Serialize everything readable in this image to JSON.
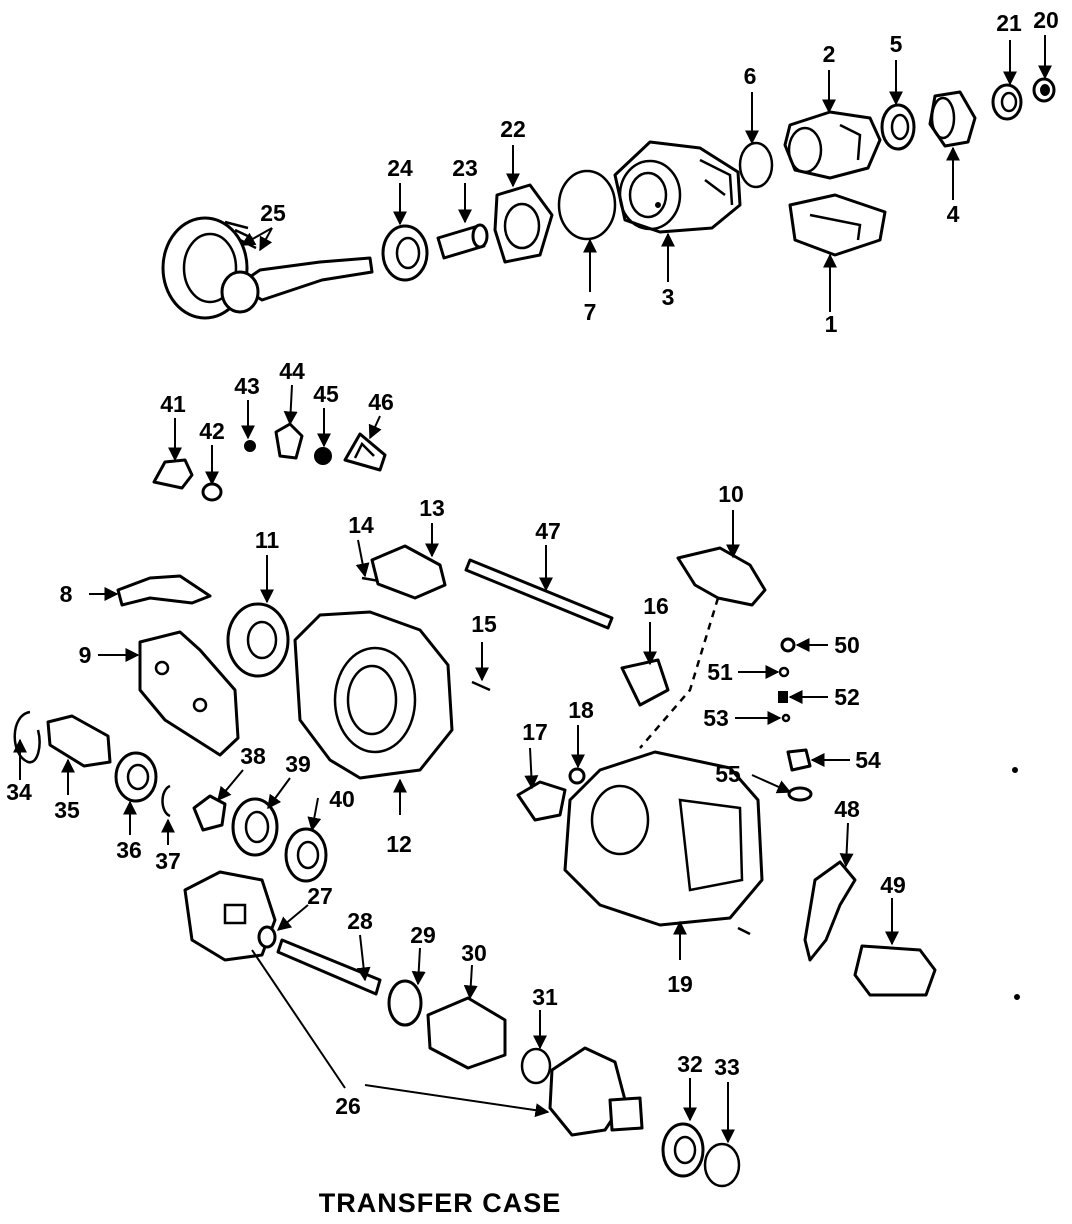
{
  "title": "TRANSFER CASE",
  "callouts": [
    "1",
    "2",
    "3",
    "4",
    "5",
    "6",
    "7",
    "8",
    "9",
    "10",
    "11",
    "12",
    "13",
    "14",
    "15",
    "16",
    "17",
    "18",
    "19",
    "20",
    "21",
    "22",
    "23",
    "24",
    "25",
    "26",
    "27",
    "28",
    "29",
    "30",
    "31",
    "32",
    "33",
    "34",
    "35",
    "36",
    "37",
    "38",
    "39",
    "40",
    "41",
    "42",
    "43",
    "44",
    "45",
    "46",
    "47",
    "48",
    "49",
    "50",
    "51",
    "52",
    "53",
    "54",
    "55"
  ],
  "colors": {
    "ink": "#000000",
    "paper": "#ffffff"
  }
}
